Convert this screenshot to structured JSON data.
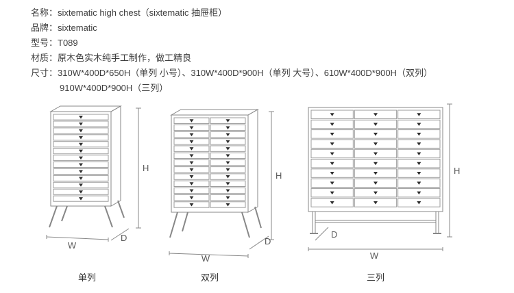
{
  "colors": {
    "background": "#ffffff",
    "text": "#3d3d3d",
    "outline": "#878787",
    "drawer_outline": "#9b9b9b",
    "handle": "#2e2e2e",
    "dim_text": "#5a5a5a"
  },
  "specs": [
    {
      "label": "名称：",
      "value": "sixtematic high chest（sixtematic 抽屉柜）"
    },
    {
      "label": "品牌：",
      "value": "sixtematic"
    },
    {
      "label": "型号：",
      "value": "T089"
    },
    {
      "label": "材质：",
      "value": "原木色实木纯手工制作，做工精良"
    },
    {
      "label": "尺寸：",
      "value": "310W*400D*650H（单列 小号）、310W*400D*900H（单列 大号）、610W*400D*900H（双列）"
    },
    {
      "label": "",
      "value": "910W*400D*900H（三列）"
    }
  ],
  "diagrams": [
    {
      "caption": "单列",
      "columns": 1,
      "rows": 13,
      "labels": {
        "width": "W",
        "depth": "D",
        "height": "H"
      }
    },
    {
      "caption": "双列",
      "columns": 2,
      "rows": 13,
      "labels": {
        "width": "W",
        "depth": "D",
        "height": "H"
      }
    },
    {
      "caption": "三列",
      "columns": 3,
      "rows": 10,
      "labels": {
        "width": "W",
        "depth": "D",
        "height": "H"
      }
    }
  ]
}
